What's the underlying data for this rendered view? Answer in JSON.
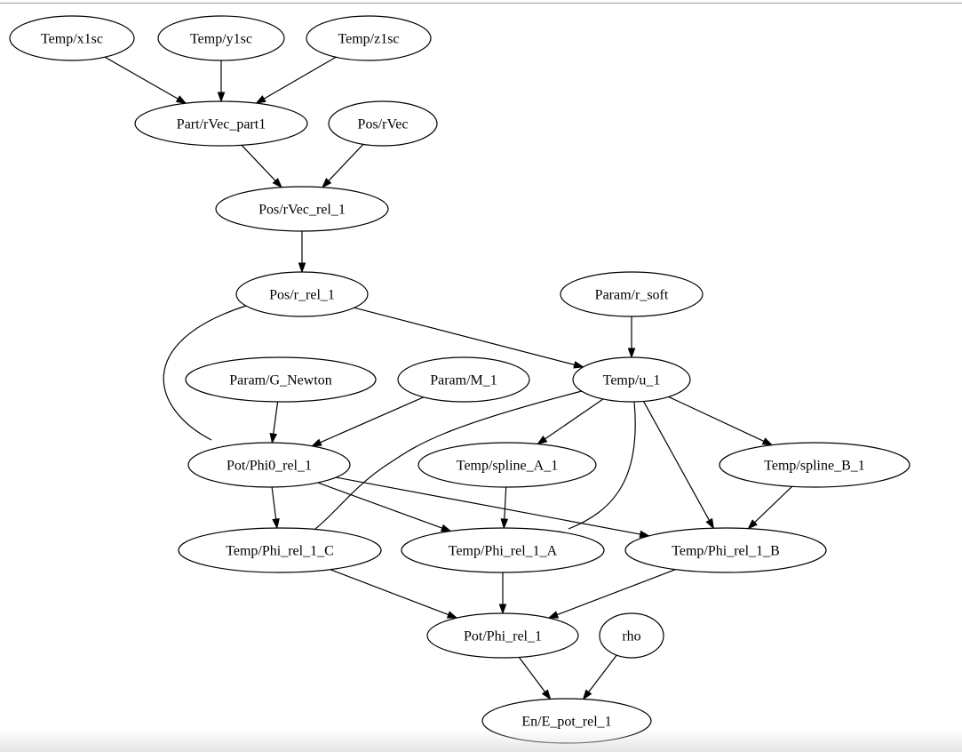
{
  "graph": {
    "nodes": [
      {
        "id": "x1sc",
        "label": "Temp/x1sc"
      },
      {
        "id": "y1sc",
        "label": "Temp/y1sc"
      },
      {
        "id": "z1sc",
        "label": "Temp/z1sc"
      },
      {
        "id": "rvec_part1",
        "label": "Part/rVec_part1"
      },
      {
        "id": "pos_rvec",
        "label": "Pos/rVec"
      },
      {
        "id": "rvec_rel",
        "label": "Pos/rVec_rel_1"
      },
      {
        "id": "r_rel",
        "label": "Pos/r_rel_1"
      },
      {
        "id": "r_soft",
        "label": "Param/r_soft"
      },
      {
        "id": "g_newton",
        "label": "Param/G_Newton"
      },
      {
        "id": "m1",
        "label": "Param/M_1"
      },
      {
        "id": "u1",
        "label": "Temp/u_1"
      },
      {
        "id": "phi0",
        "label": "Pot/Phi0_rel_1"
      },
      {
        "id": "spline_a",
        "label": "Temp/spline_A_1"
      },
      {
        "id": "spline_b",
        "label": "Temp/spline_B_1"
      },
      {
        "id": "phi_c",
        "label": "Temp/Phi_rel_1_C"
      },
      {
        "id": "phi_a",
        "label": "Temp/Phi_rel_1_A"
      },
      {
        "id": "phi_b",
        "label": "Temp/Phi_rel_1_B"
      },
      {
        "id": "phi_rel",
        "label": "Pot/Phi_rel_1"
      },
      {
        "id": "rho",
        "label": "rho"
      },
      {
        "id": "e_pot",
        "label": "En/E_pot_rel_1"
      }
    ],
    "edges": [
      {
        "from": "x1sc",
        "to": "rvec_part1"
      },
      {
        "from": "y1sc",
        "to": "rvec_part1"
      },
      {
        "from": "z1sc",
        "to": "rvec_part1"
      },
      {
        "from": "rvec_part1",
        "to": "rvec_rel"
      },
      {
        "from": "pos_rvec",
        "to": "rvec_rel"
      },
      {
        "from": "rvec_rel",
        "to": "r_rel"
      },
      {
        "from": "r_rel",
        "to": "u1"
      },
      {
        "from": "r_rel",
        "to": "phi0"
      },
      {
        "from": "r_soft",
        "to": "u1"
      },
      {
        "from": "g_newton",
        "to": "phi0"
      },
      {
        "from": "m1",
        "to": "phi0"
      },
      {
        "from": "u1",
        "to": "phi_c"
      },
      {
        "from": "u1",
        "to": "spline_a"
      },
      {
        "from": "u1",
        "to": "phi_a"
      },
      {
        "from": "u1",
        "to": "phi_b"
      },
      {
        "from": "u1",
        "to": "spline_b"
      },
      {
        "from": "phi0",
        "to": "phi_c"
      },
      {
        "from": "phi0",
        "to": "phi_a"
      },
      {
        "from": "phi0",
        "to": "phi_b"
      },
      {
        "from": "spline_a",
        "to": "phi_a"
      },
      {
        "from": "spline_b",
        "to": "phi_b"
      },
      {
        "from": "phi_c",
        "to": "phi_rel"
      },
      {
        "from": "phi_a",
        "to": "phi_rel"
      },
      {
        "from": "phi_b",
        "to": "phi_rel"
      },
      {
        "from": "phi_rel",
        "to": "e_pot"
      },
      {
        "from": "rho",
        "to": "e_pot"
      }
    ]
  }
}
